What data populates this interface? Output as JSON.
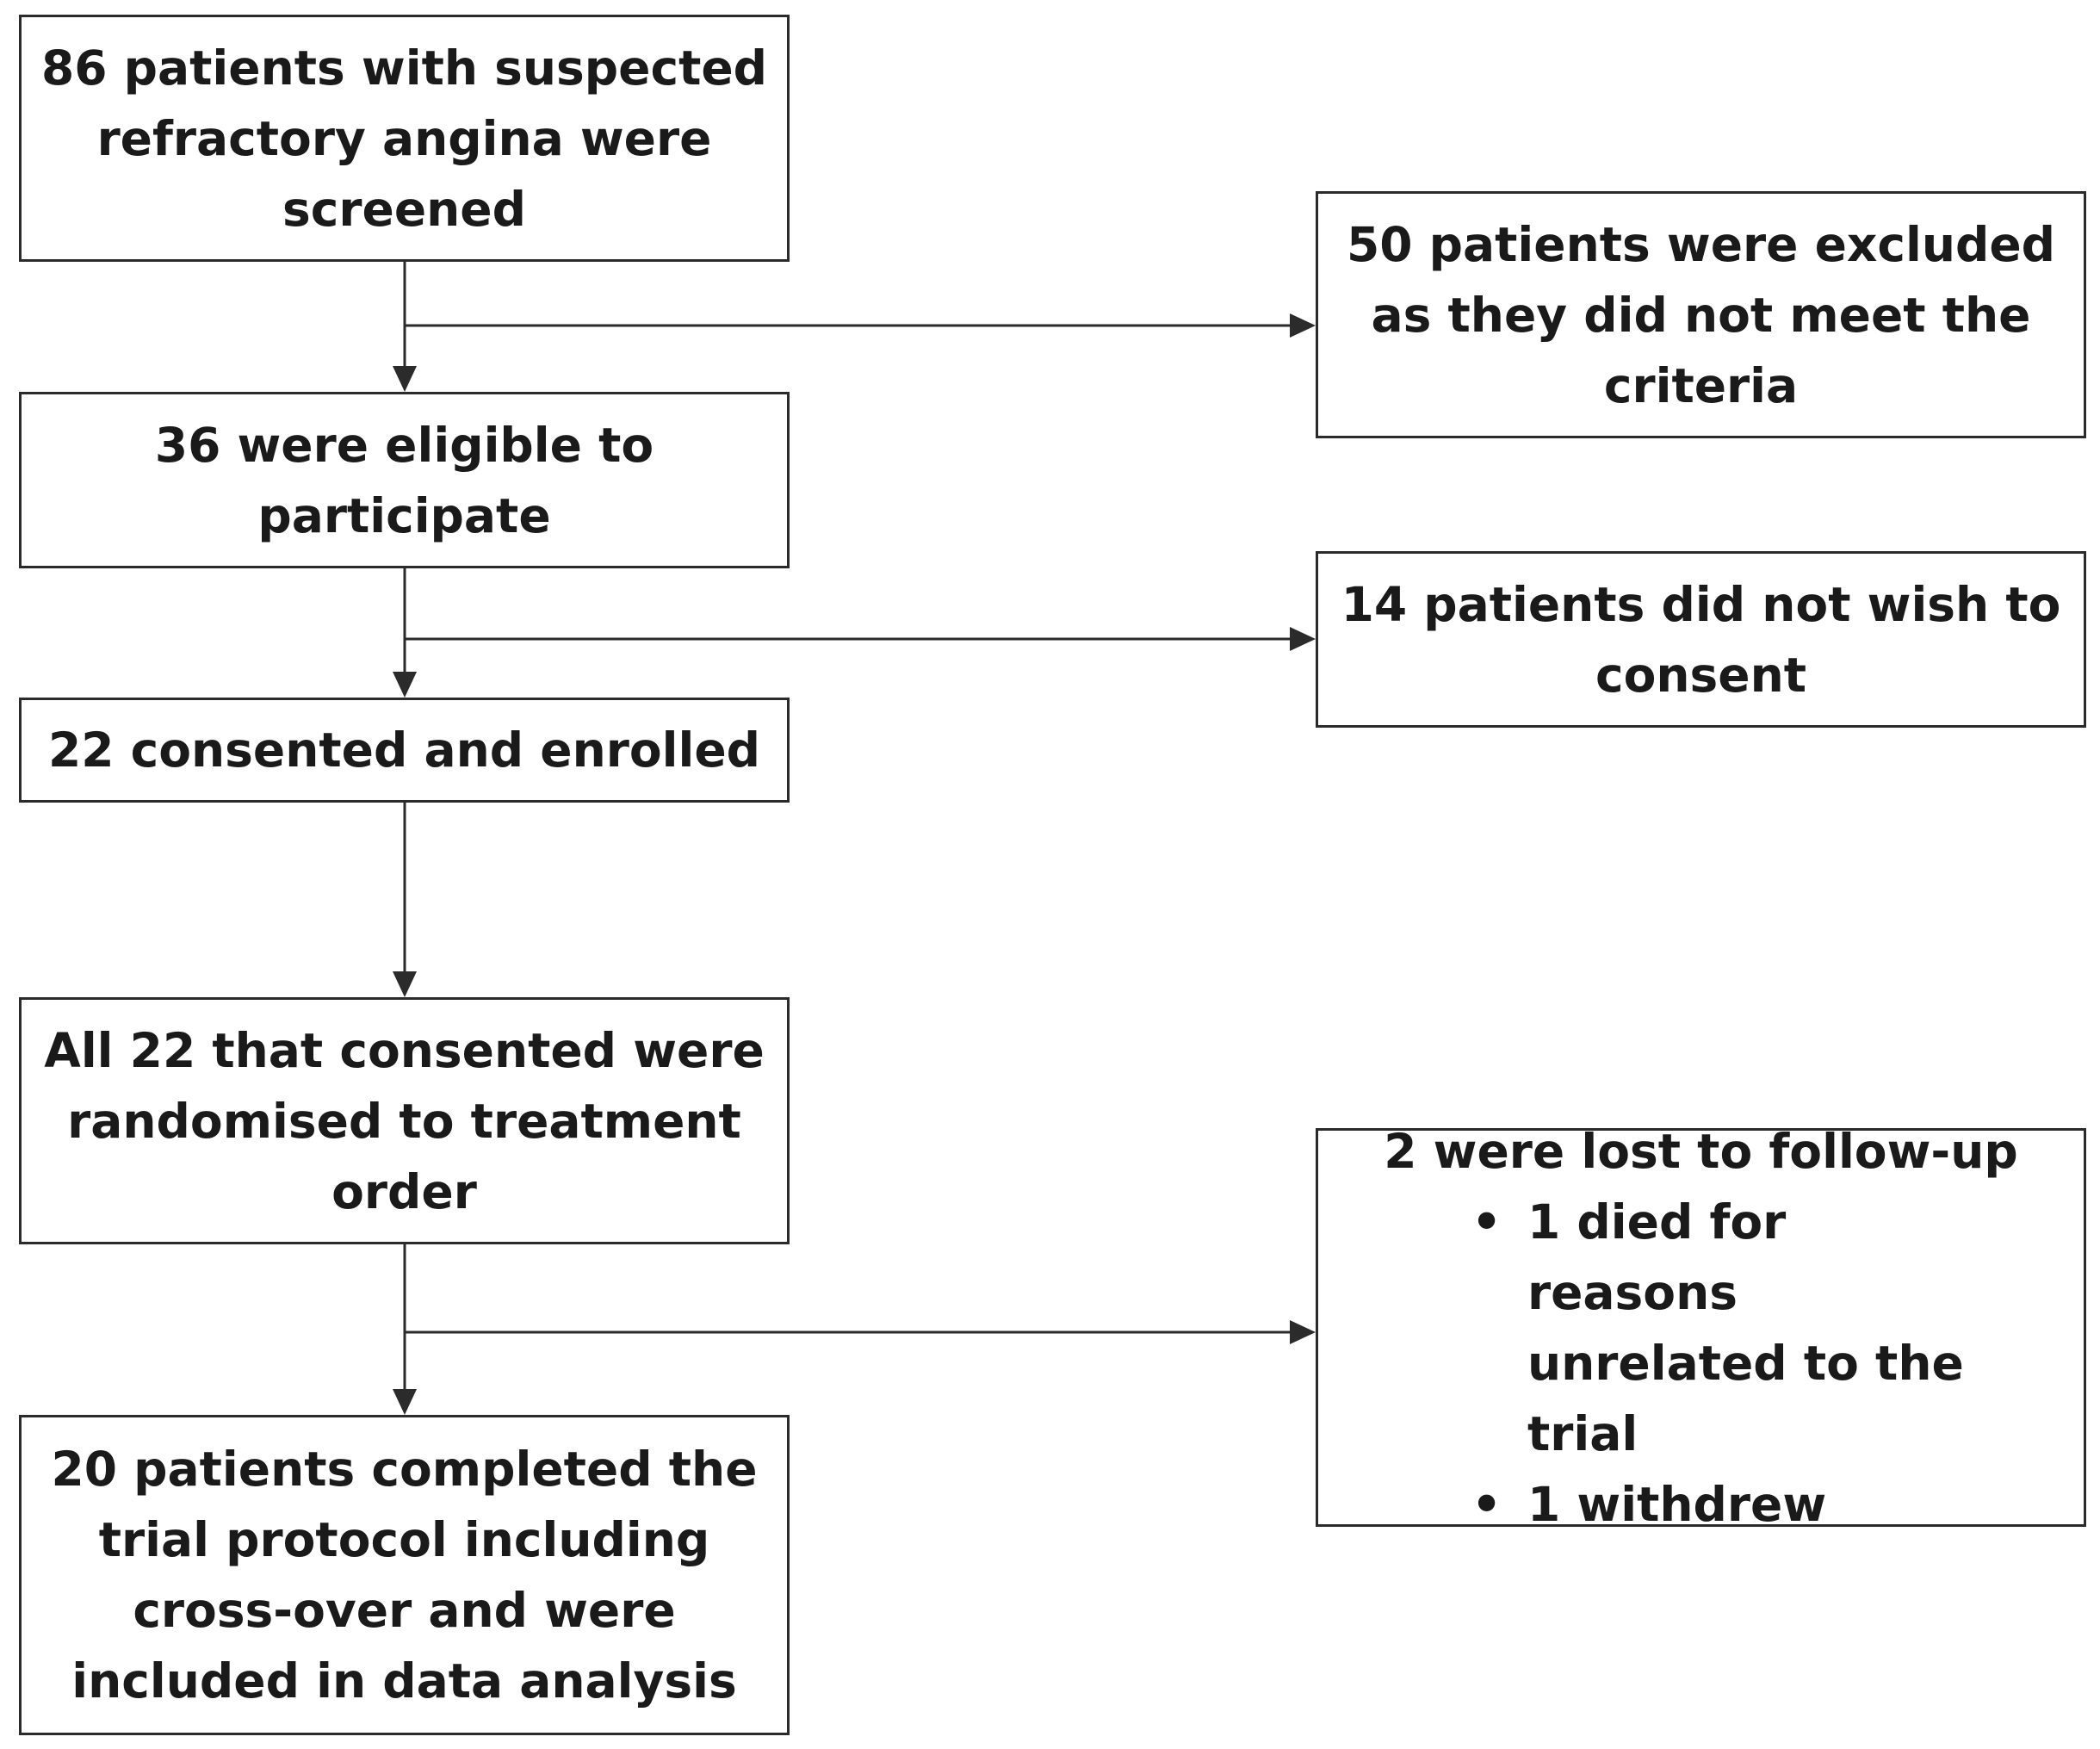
{
  "flow": {
    "screened": {
      "lines": [
        "86 patients with suspected",
        "refractory angina were",
        "screened"
      ]
    },
    "eligible": {
      "lines": [
        "36 were eligible to",
        "participate"
      ]
    },
    "enrolled": {
      "lines": [
        "22 consented and enrolled"
      ]
    },
    "randomised": {
      "lines": [
        "All 22 that consented were",
        "randomised to treatment",
        "order"
      ]
    },
    "completed": {
      "lines": [
        "20 patients completed the",
        "trial protocol including",
        "cross-over and were",
        "included in data analysis"
      ]
    },
    "excluded": {
      "lines": [
        "50 patients were excluded",
        "as they did not meet the",
        "criteria"
      ]
    },
    "declined": {
      "lines": [
        "14 patients did not wish to",
        "consent"
      ]
    },
    "lost": {
      "title": "2 were lost to follow-up",
      "bullet_symbol": "•",
      "items": [
        {
          "lines": [
            "1 died for reasons",
            "unrelated to the",
            "trial"
          ]
        },
        {
          "lines": [
            "1 withdrew"
          ]
        }
      ]
    }
  },
  "colors": {
    "line": "#2b2b2b",
    "text": "#1a1a1a",
    "background": "#ffffff"
  }
}
